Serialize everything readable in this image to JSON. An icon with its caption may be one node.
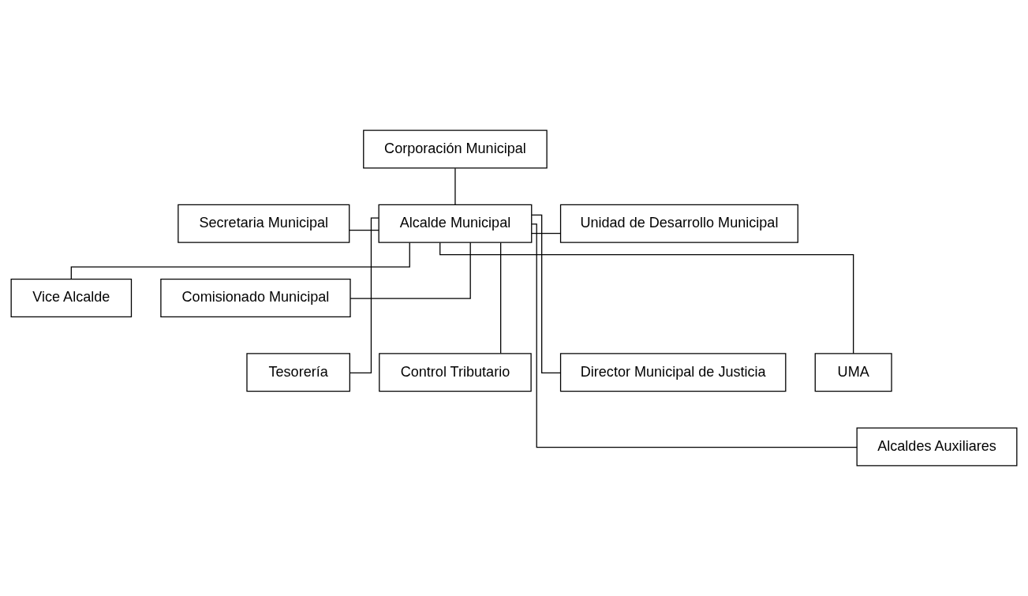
{
  "diagram": {
    "nodes": [
      {
        "text": [
          "Corporación Municipal"
        ]
      },
      {
        "text": [
          "Secretaria Municipal"
        ]
      },
      {
        "text": [
          "Alcalde Municipal"
        ]
      },
      {
        "text": [
          "Unidad de Desarrollo Municipal"
        ]
      },
      {
        "text": [
          "Vice Alcalde"
        ]
      },
      {
        "text": [
          "Comisionado Municipal"
        ]
      },
      {
        "text": [
          "Tesorería"
        ]
      },
      {
        "text": [
          "Control Tributario"
        ]
      },
      {
        "text": [
          "Director Municipal de Justicia"
        ]
      },
      {
        "text": [
          "UMA"
        ]
      },
      {
        "text": [
          "Alcaldes Auxiliares"
        ]
      }
    ],
    "edges": [
      {
        "from": 0,
        "to": 2,
        "arrow": "none"
      },
      {
        "from": 1,
        "to": 2,
        "arrow": "none"
      },
      {
        "from": 2,
        "to": 3,
        "arrow": "none"
      },
      {
        "from": 2,
        "to": 4,
        "arrow": "none"
      },
      {
        "from": 2,
        "to": 5,
        "arrow": "none"
      },
      {
        "from": 2,
        "to": 6,
        "arrow": "none"
      },
      {
        "from": 2,
        "to": 7,
        "arrow": "none"
      },
      {
        "from": 2,
        "to": 8,
        "arrow": "none"
      },
      {
        "from": 2,
        "to": 9,
        "arrow": "none"
      },
      {
        "from": 2,
        "to": 10,
        "arrow": "none"
      }
    ]
  }
}
